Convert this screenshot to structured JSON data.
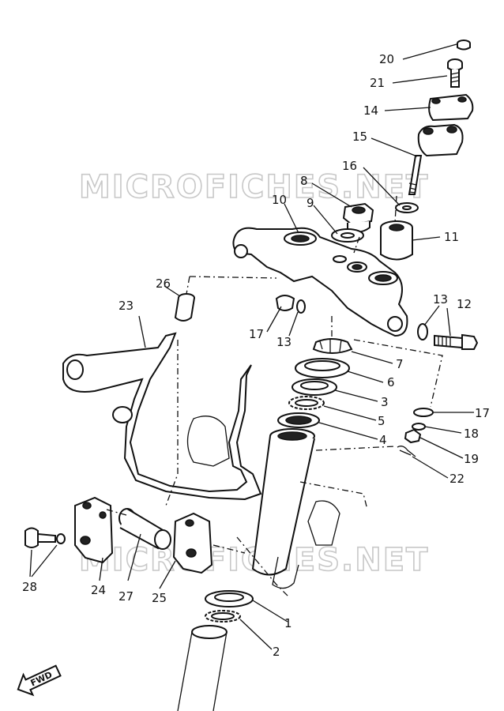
{
  "watermarks": [
    "MICROFICHES.NET",
    "MICROFICHES.NET"
  ],
  "fwd_label": "FWD",
  "parts": [
    {
      "id": "p1",
      "label": "1"
    },
    {
      "id": "p2",
      "label": "2"
    },
    {
      "id": "p3",
      "label": "3"
    },
    {
      "id": "p4",
      "label": "4"
    },
    {
      "id": "p5",
      "label": "5"
    },
    {
      "id": "p6",
      "label": "6"
    },
    {
      "id": "p7",
      "label": "7"
    },
    {
      "id": "p8",
      "label": "8"
    },
    {
      "id": "p9",
      "label": "9"
    },
    {
      "id": "p10",
      "label": "10"
    },
    {
      "id": "p11",
      "label": "11"
    },
    {
      "id": "p12",
      "label": "12"
    },
    {
      "id": "p13a",
      "label": "13"
    },
    {
      "id": "p13b",
      "label": "13"
    },
    {
      "id": "p14",
      "label": "14"
    },
    {
      "id": "p15",
      "label": "15"
    },
    {
      "id": "p16",
      "label": "16"
    },
    {
      "id": "p17a",
      "label": "17"
    },
    {
      "id": "p17b",
      "label": "17"
    },
    {
      "id": "p18",
      "label": "18"
    },
    {
      "id": "p19",
      "label": "19"
    },
    {
      "id": "p20",
      "label": "20"
    },
    {
      "id": "p21",
      "label": "21"
    },
    {
      "id": "p22",
      "label": "22"
    },
    {
      "id": "p23",
      "label": "23"
    },
    {
      "id": "p24",
      "label": "24"
    },
    {
      "id": "p25",
      "label": "25"
    },
    {
      "id": "p26",
      "label": "26"
    },
    {
      "id": "p27",
      "label": "27"
    },
    {
      "id": "p28",
      "label": "28"
    }
  ]
}
